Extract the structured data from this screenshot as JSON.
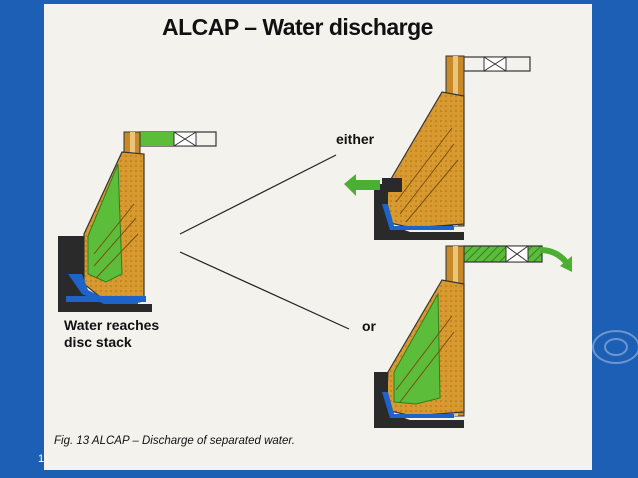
{
  "slide": {
    "title": "ALCAP – Water discharge",
    "labels": {
      "either": "either",
      "or": "or",
      "water_reaches_line1": "Water reaches",
      "water_reaches_line2": "disc stack"
    },
    "caption": "Fig. 13  ALCAP – Discharge of separated water.",
    "page_number": "1"
  },
  "colors": {
    "background_blue": "#1d5fb4",
    "separator_fill": "#d89a2f",
    "water_green": "#4caf32",
    "water_blue": "#1e63c8",
    "metal_dark": "#2a2a2a"
  }
}
